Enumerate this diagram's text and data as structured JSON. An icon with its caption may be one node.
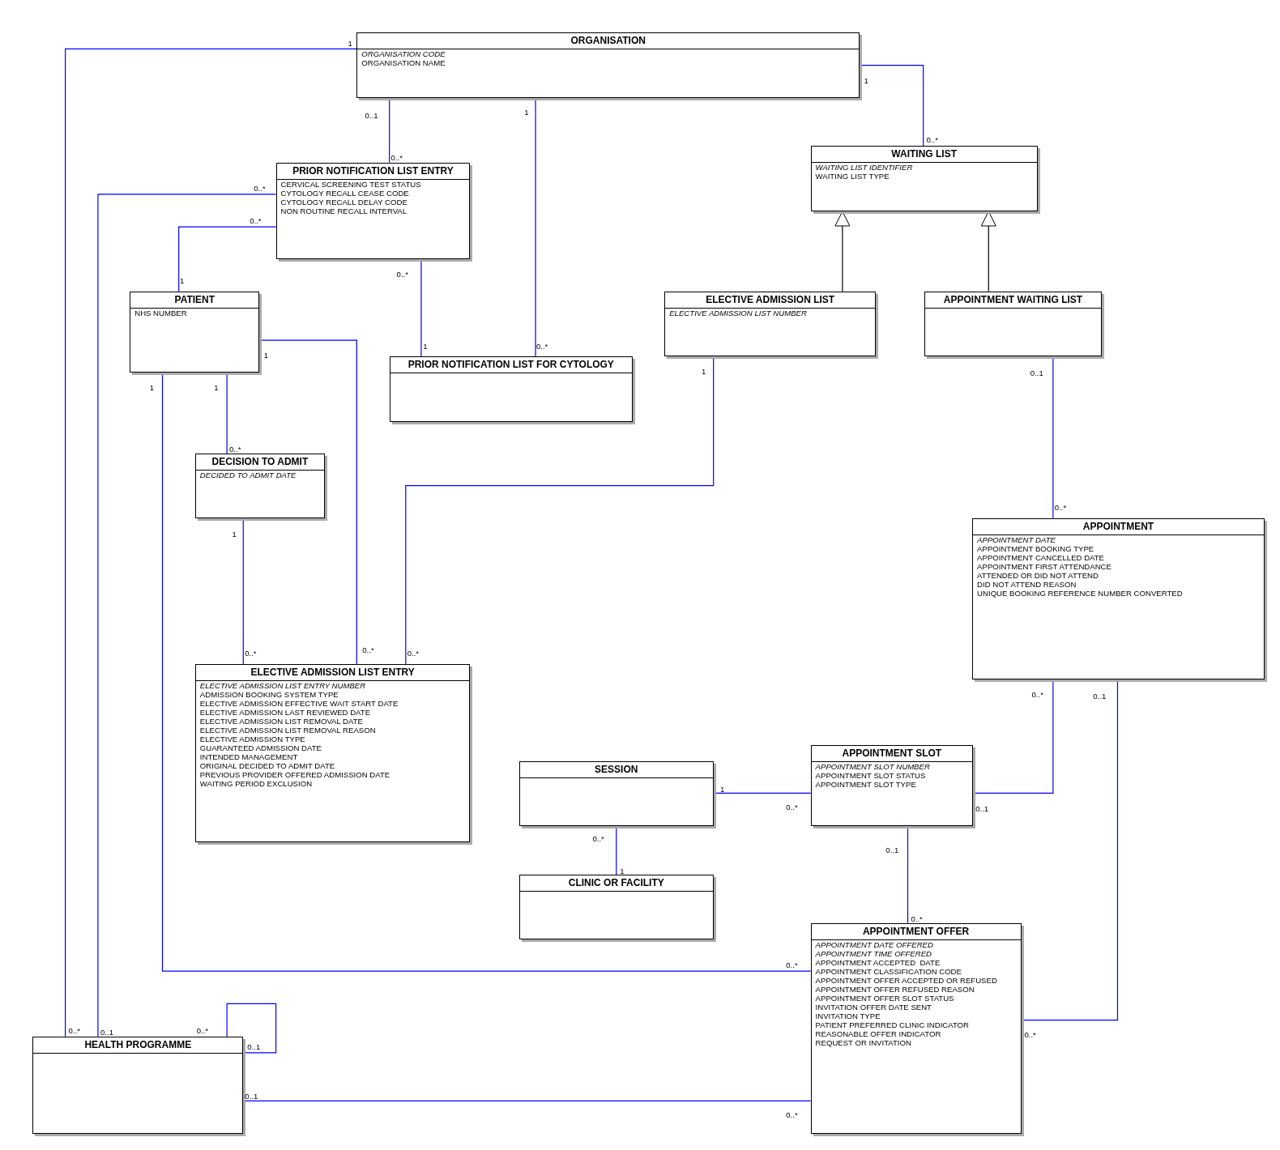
{
  "diagram": {
    "nodes": [
      {
        "text": [
          "ORGANISATION",
          "*ORGANISATION CODE*",
          "ORGANISATION NAME"
        ]
      },
      {
        "text": [
          "PRIOR NOTIFICATION LIST ENTRY",
          "CERVICAL SCREENING TEST STATUS",
          "CYTOLOGY RECALL CEASE CODE",
          "CYTOLOGY RECALL DELAY CODE",
          "NON ROUTINE RECALL INTERVAL"
        ]
      },
      {
        "text": [
          "WAITING LIST",
          "*WAITING LIST IDENTIFIER*",
          "WAITING LIST TYPE"
        ]
      },
      {
        "text": [
          "PATIENT",
          "NHS NUMBER"
        ]
      },
      {
        "text": [
          "PRIOR NOTIFICATION LIST FOR CYTOLOGY"
        ]
      },
      {
        "text": [
          "ELECTIVE ADMISSION LIST",
          "*ELECTIVE ADMISSION LIST NUMBER*"
        ]
      },
      {
        "text": [
          "APPOINTMENT WAITING LIST"
        ]
      },
      {
        "text": [
          "DECISION TO ADMIT",
          "*DECIDED TO ADMIT DATE*"
        ]
      },
      {
        "text": [
          "APPOINTMENT",
          "*APPOINTMENT DATE*",
          "APPOINTMENT BOOKING TYPE",
          "APPOINTMENT CANCELLED DATE",
          "APPOINTMENT FIRST ATTENDANCE",
          "ATTENDED OR DID NOT ATTEND",
          "DID NOT ATTEND REASON",
          "UNIQUE BOOKING REFERENCE NUMBER CONVERTED"
        ]
      },
      {
        "text": [
          "ELECTIVE ADMISSION LIST ENTRY",
          "*ELECTIVE ADMISSION LIST ENTRY NUMBER*",
          "ADMISSION BOOKING SYSTEM TYPE",
          "ELECTIVE ADMISSION EFFECTIVE WAIT START DATE",
          "ELECTIVE ADMISSION LAST REVIEWED DATE",
          "ELECTIVE ADMISSION LIST REMOVAL DATE",
          "ELECTIVE ADMISSION LIST REMOVAL REASON",
          "ELECTIVE ADMISSION TYPE",
          "GUARANTEED ADMISSION DATE",
          "INTENDED MANAGEMENT",
          "ORIGINAL DECIDED TO ADMIT DATE",
          "PREVIOUS PROVIDER OFFERED ADMISSION DATE",
          "WAITING PERIOD EXCLUSION"
        ]
      },
      {
        "text": [
          "SESSION"
        ]
      },
      {
        "text": [
          "APPOINTMENT SLOT",
          "*APPOINTMENT SLOT NUMBER*",
          "APPOINTMENT SLOT STATUS",
          "APPOINTMENT SLOT TYPE"
        ]
      },
      {
        "text": [
          "CLINIC OR FACILITY"
        ]
      },
      {
        "text": [
          "APPOINTMENT OFFER",
          "*APPOINTMENT DATE OFFERED*",
          "*APPOINTMENT TIME OFFERED*",
          "APPOINTMENT ACCEPTED  DATE",
          "APPOINTMENT CLASSIFICATION CODE",
          "APPOINTMENT OFFER ACCEPTED OR REFUSED",
          "APPOINTMENT OFFER REFUSED REASON",
          "APPOINTMENT OFFER SLOT STATUS",
          "INVITATION OFFER DATE SENT",
          "INVITATION TYPE",
          "PATIENT PREFERRED CLINIC INDICATOR",
          "REASONABLE OFFER INDICATOR",
          "REQUEST OR INVITATION"
        ]
      },
      {
        "text": [
          "HEALTH PROGRAMME"
        ]
      }
    ],
    "edges": [
      {
        "from": 0,
        "to": 14,
        "arrow": "none"
      },
      {
        "from": 0,
        "to": 1,
        "arrow": "none"
      },
      {
        "from": 0,
        "to": 4,
        "arrow": "none"
      },
      {
        "from": 0,
        "to": 2,
        "arrow": "none"
      },
      {
        "from": 1,
        "to": 14,
        "arrow": "none"
      },
      {
        "from": 1,
        "to": 3,
        "arrow": "none"
      },
      {
        "from": 1,
        "to": 4,
        "arrow": "none"
      },
      {
        "from": 5,
        "to": 2,
        "arrow": "to",
        "color": "#000000"
      },
      {
        "from": 6,
        "to": 2,
        "arrow": "to",
        "color": "#000000"
      },
      {
        "from": 3,
        "to": 9,
        "arrow": "none"
      },
      {
        "from": 3,
        "to": 7,
        "arrow": "none"
      },
      {
        "from": 3,
        "to": 13,
        "arrow": "none"
      },
      {
        "from": 7,
        "to": 9,
        "arrow": "none"
      },
      {
        "from": 5,
        "to": 9,
        "arrow": "none"
      },
      {
        "from": 6,
        "to": 8,
        "arrow": "none"
      },
      {
        "from": 8,
        "to": 11,
        "arrow": "none"
      },
      {
        "from": 8,
        "to": 13,
        "arrow": "none"
      },
      {
        "from": 10,
        "to": 11,
        "arrow": "none"
      },
      {
        "from": 10,
        "to": 12,
        "arrow": "none"
      },
      {
        "from": 11,
        "to": 13,
        "arrow": "none"
      },
      {
        "from": 14,
        "to": 14,
        "arrow": "none"
      },
      {
        "from": 14,
        "to": 13,
        "arrow": "none"
      }
    ],
    "labels": [
      "1",
      "0..*",
      "0..1",
      "0..*",
      "1",
      "0..*",
      "1",
      "0..*",
      "0..*",
      "0..1",
      "0..*",
      "1",
      "0..*",
      "1",
      "1",
      "0..*",
      "1",
      "0..*",
      "1",
      "0..*",
      "1",
      "0..*",
      "1",
      "0..*",
      "0..1",
      "0..*",
      "0..*",
      "0..1",
      "0..1",
      "0..*",
      "1",
      "0..*",
      "0..*",
      "1",
      "0..1",
      "0..*",
      "0..*",
      "0..1",
      "0..1",
      "0..*"
    ]
  }
}
